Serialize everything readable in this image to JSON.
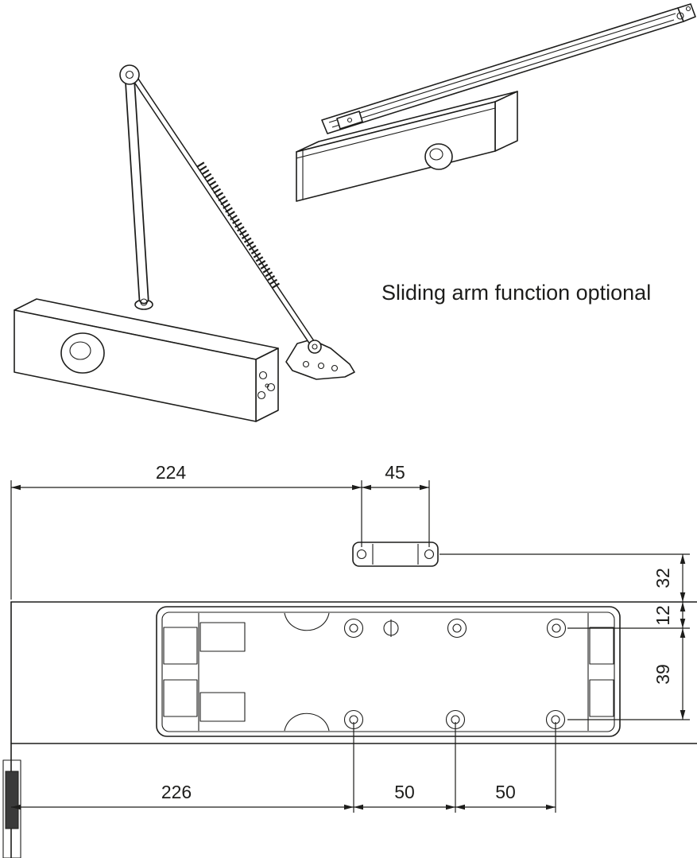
{
  "caption": {
    "text": "Sliding arm function optional"
  },
  "dimensions": {
    "top_overall": "224",
    "bracket_holes": "45",
    "bracket_to_edge": "32",
    "edge_to_holes": "12",
    "hole_rows": "39",
    "bottom_overall": "226",
    "hole_spacing_a": "50",
    "hole_spacing_b": "50"
  },
  "colors": {
    "line": "#1d1d1b",
    "background": "#ffffff",
    "section_fill": "#3a3a3a"
  }
}
